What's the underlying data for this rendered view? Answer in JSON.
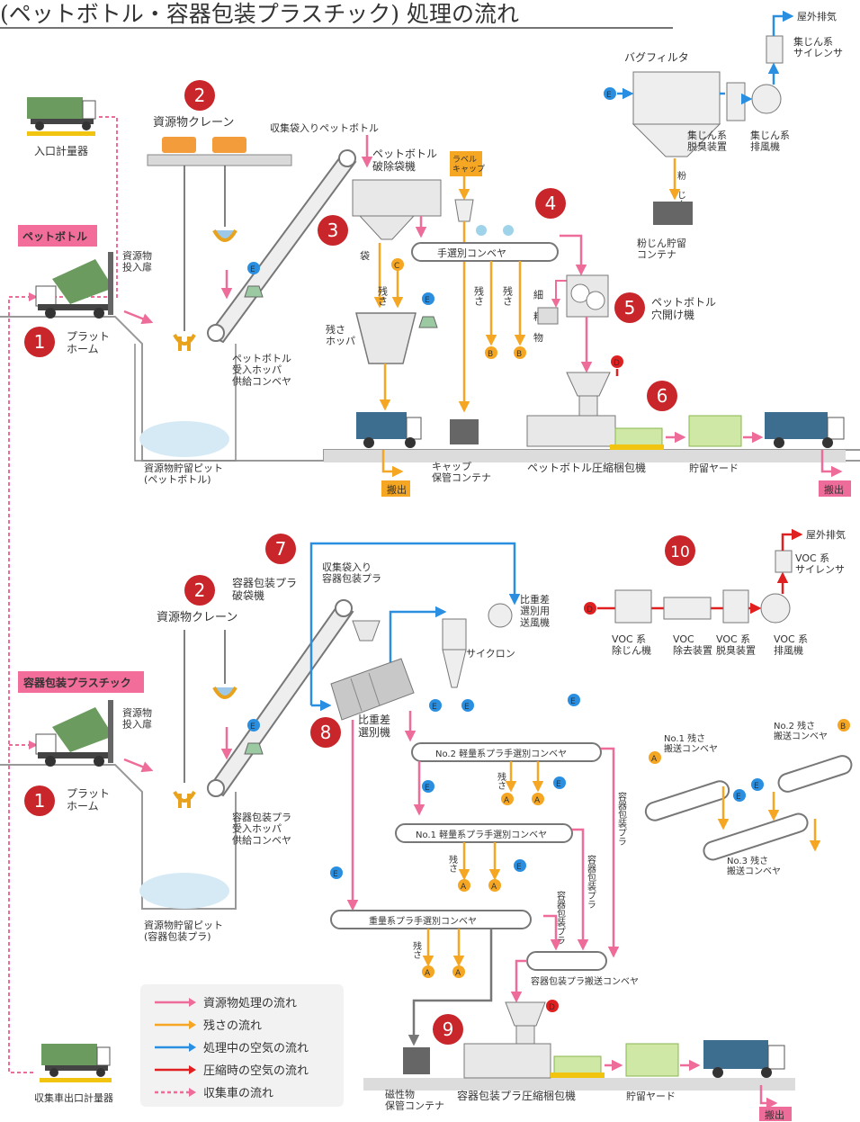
{
  "title": "(ペットボトル・容器包装プラスチック) 処理の流れ",
  "colors": {
    "resource": "#ee6c99",
    "residue": "#f5a623",
    "air_process": "#2a8fe0",
    "air_compress": "#e02020",
    "number_badge": "#c8262a",
    "section_tag": "#f26d9a",
    "machine": "#e8e8e8",
    "floor": "#dcdcdc",
    "truck_green": "#6b9b5e",
    "truck_blue": "#3d6e8f"
  },
  "labels": {
    "entry_scale": "入口計量器",
    "pet_tag": "ペットボトル",
    "pp_tag": "容器包装プラスチック",
    "platform": "プラット\nホーム",
    "input_door": "資源物\n投入扉",
    "crane": "資源物クレーン",
    "pit_pet": "資源物貯留ピット\n(ペットボトル)",
    "pit_pp": "資源物貯留ピット\n(容器包装プラ)",
    "hopper_pet": "ペットボトル\n受入ホッパ\n供給コンベヤ",
    "hopper_pp": "容器包装プラ\n受入ホッパ\n供給コンベヤ",
    "bagged_pet": "収集袋入りペットボトル",
    "pet_breaker": "ペットボトル\n破除袋機",
    "label_cap": "ラベル\nキャップ",
    "bag": "袋",
    "residue": "残さ",
    "residue_hopper": "残さ\nホッパ",
    "hand_sort_conv": "手選別コンベヤ",
    "fines": "細\n粒\n物",
    "pet_perforator": "ペットボトル\n穴開け機",
    "bag_filter": "バグフィルタ",
    "dust_deodor": "集じん系\n脱臭装置",
    "dust_fan": "集じん系\n排風機",
    "dust_silencer": "集じん系\nサイレンサ",
    "outdoor_exhaust": "屋外排気",
    "dust_powder": "粉\nじん",
    "dust_container": "粉じん貯留\nコンテナ",
    "cap_container": "キャップ\n保管コンテナ",
    "pet_compressor": "ペットボトル圧縮梱包機",
    "storage_yard": "貯留ヤード",
    "out": "搬出",
    "bagged_pp": "収集袋入り\n容器包装プラ",
    "pp_breaker": "容器包装プラ\n破袋機",
    "gravity_fan": "比重差\n選別用\n送風機",
    "cyclone": "サイクロン",
    "gravity_sorter": "比重差\n選別機",
    "voc_dust": "VOC 系\n除じん機",
    "voc_removal": "VOC\n除去装置",
    "voc_deodor": "VOC 系\n脱臭装置",
    "voc_fan": "VOC 系\n排風機",
    "voc_silencer": "VOC 系\nサイレンサ",
    "no2_light_conv": "No.2 軽量系プラ手選別コンベヤ",
    "no1_light_conv": "No.1 軽量系プラ手選別コンベヤ",
    "heavy_conv": "重量系プラ手選別コンベヤ",
    "pp_transfer_conv": "容器包装プラ搬送コンベヤ",
    "pp_text": "容器包装プラ",
    "no1_res_conv": "No.1 残さ\n搬送コンベヤ",
    "no2_res_conv": "No.2 残さ\n搬送コンベヤ",
    "no3_res_conv": "No.3 残さ\n搬送コンベヤ",
    "magnetic_container": "磁性物\n保管コンテナ",
    "pp_compressor": "容器包装プラ圧縮梱包機",
    "exit_scale": "収集車出口計量器"
  },
  "markers": {
    "A": "A",
    "B": "B",
    "C": "C",
    "D": "D",
    "E": "E"
  },
  "legend": [
    {
      "label": "資源物処理の流れ",
      "color": "#ee6c99",
      "dashed": false
    },
    {
      "label": "残さの流れ",
      "color": "#f5a623",
      "dashed": false
    },
    {
      "label": "処理中の空気の流れ",
      "color": "#2a8fe0",
      "dashed": false
    },
    {
      "label": "圧縮時の空気の流れ",
      "color": "#e02020",
      "dashed": false
    },
    {
      "label": "収集車の流れ",
      "color": "#ee6c99",
      "dashed": true
    }
  ],
  "numbers": [
    "1",
    "2",
    "3",
    "4",
    "5",
    "6",
    "7",
    "8",
    "9",
    "10"
  ]
}
